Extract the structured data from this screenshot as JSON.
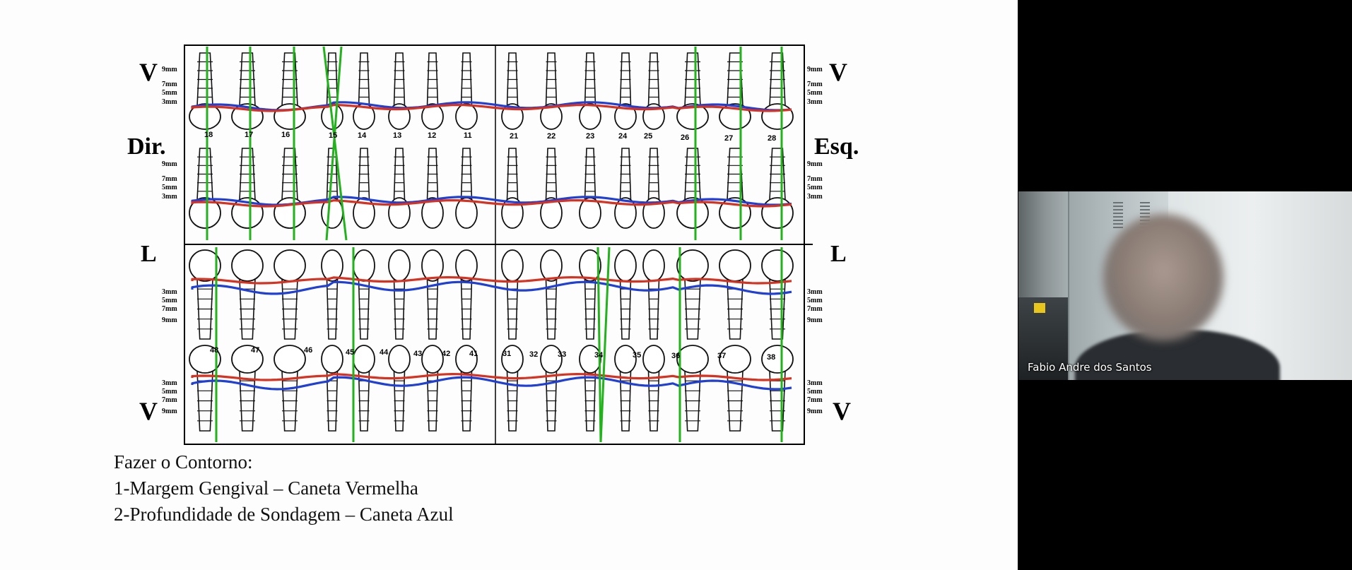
{
  "slide": {
    "labels": {
      "top_vestibular_left": "V",
      "top_vestibular_right": "V",
      "right_side": "Dir.",
      "left_side": "Esq.",
      "lingual_left": "L",
      "lingual_right": "L",
      "bottom_vestibular_left": "V",
      "bottom_vestibular_right": "V"
    },
    "mm_scale_upper": [
      "9mm",
      "7mm",
      "5mm",
      "3mm"
    ],
    "mm_scale_lower": [
      "3mm",
      "5mm",
      "7mm",
      "9mm"
    ],
    "tooth_numbers_upper": [
      "18",
      "17",
      "16",
      "15",
      "14",
      "13",
      "12",
      "11",
      "21",
      "22",
      "23",
      "24",
      "25",
      "26",
      "27",
      "28"
    ],
    "tooth_numbers_lower": [
      "48",
      "47",
      "46",
      "45",
      "44",
      "43",
      "42",
      "41",
      "31",
      "32",
      "33",
      "34",
      "35",
      "36",
      "37",
      "38"
    ],
    "line_colors": {
      "gingival_margin": "#d9311f",
      "probing_depth": "#1f3fd9",
      "marker": "#22b21c"
    },
    "instructions": [
      "Fazer o Contorno:",
      "1-Margem Gengival – Caneta Vermelha",
      "2-Profundidade de Sondagem – Caneta Azul"
    ]
  },
  "video": {
    "participant_name": "Fabio Andre dos Santos"
  }
}
